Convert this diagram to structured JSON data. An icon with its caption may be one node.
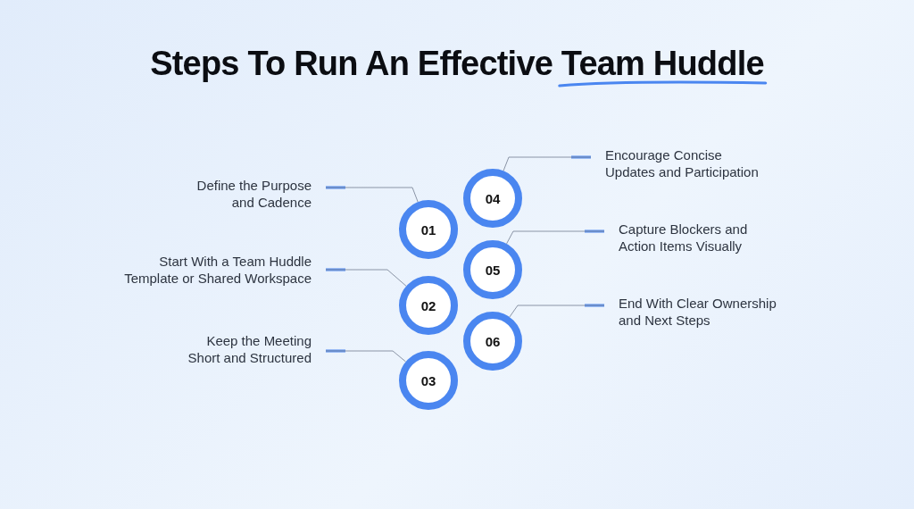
{
  "diagram": {
    "title": "Steps To Run An Effective Team Huddle",
    "nodes": [
      {
        "text": [
          "Define the Purpose and Cadence"
        ]
      },
      {
        "text": [
          "01"
        ]
      },
      {
        "text": [
          "Start With a Team Huddle Template or Shared Workspace"
        ]
      },
      {
        "text": [
          "02"
        ]
      },
      {
        "text": [
          "Keep the Meeting Short and Structured"
        ]
      },
      {
        "text": [
          "03"
        ]
      },
      {
        "text": [
          "Encourage Concise Updates and Participation"
        ]
      },
      {
        "text": [
          "04"
        ]
      },
      {
        "text": [
          "Capture Blockers and Action Items Visually"
        ]
      },
      {
        "text": [
          "05"
        ]
      },
      {
        "text": [
          "End With Clear Ownership and Next Steps"
        ]
      },
      {
        "text": [
          "06"
        ]
      }
    ],
    "edges": [
      {
        "from": 0,
        "to": 1,
        "arrow": "none"
      },
      {
        "from": 2,
        "to": 3,
        "arrow": "none"
      },
      {
        "from": 4,
        "to": 5,
        "arrow": "none"
      },
      {
        "from": 6,
        "to": 7,
        "arrow": "none"
      },
      {
        "from": 8,
        "to": 9,
        "arrow": "none"
      },
      {
        "from": 10,
        "to": 11,
        "arrow": "none"
      }
    ]
  }
}
